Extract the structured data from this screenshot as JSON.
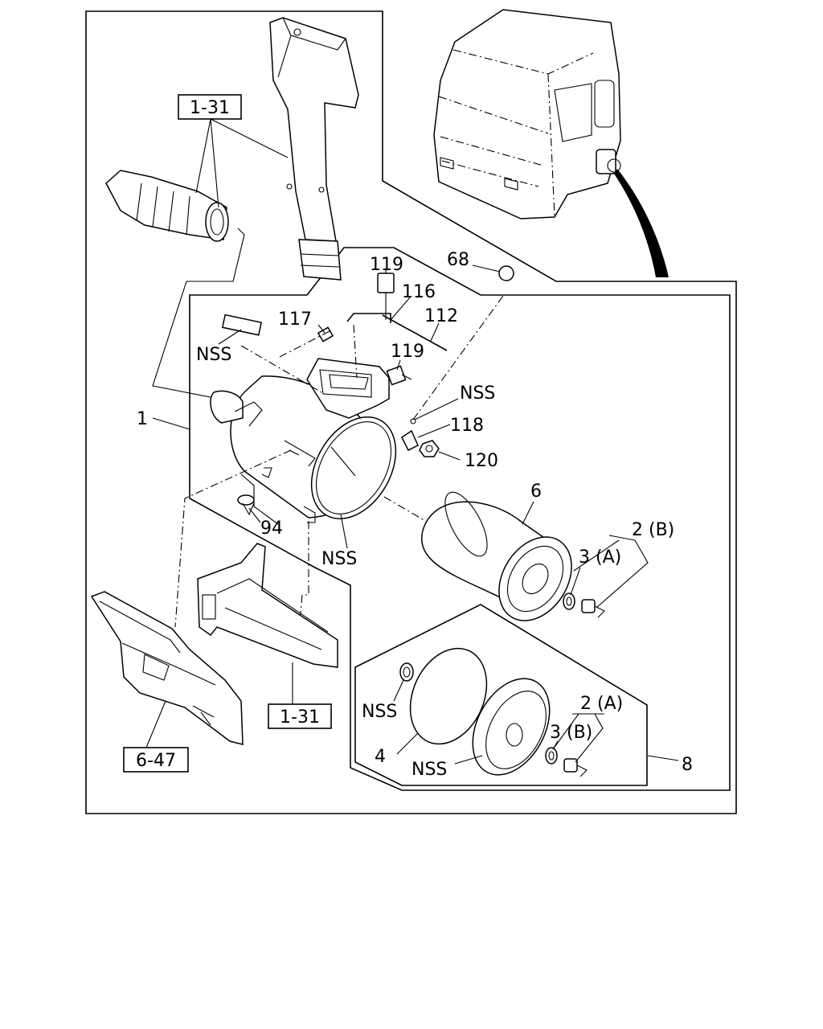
{
  "callouts": {
    "ref_1_31_top": "1-31",
    "ref_1_31_bottom": "1-31",
    "ref_6_47": "6-47",
    "p119_top": "119",
    "p68": "68",
    "p116": "116",
    "p117": "117",
    "p112": "112",
    "p119_mid": "119",
    "nss_top_left": "NSS",
    "nss_right": "NSS",
    "p118": "118",
    "p120": "120",
    "p1": "1",
    "p6": "6",
    "p94": "94",
    "nss_bottom": "NSS",
    "p2b": "2 (B)",
    "p3a": "3 (A)",
    "nss_gasket": "NSS",
    "p2a": "2 (A)",
    "p3b": "3 (B)",
    "p4": "4",
    "nss_cover": "NSS",
    "p8": "8"
  }
}
